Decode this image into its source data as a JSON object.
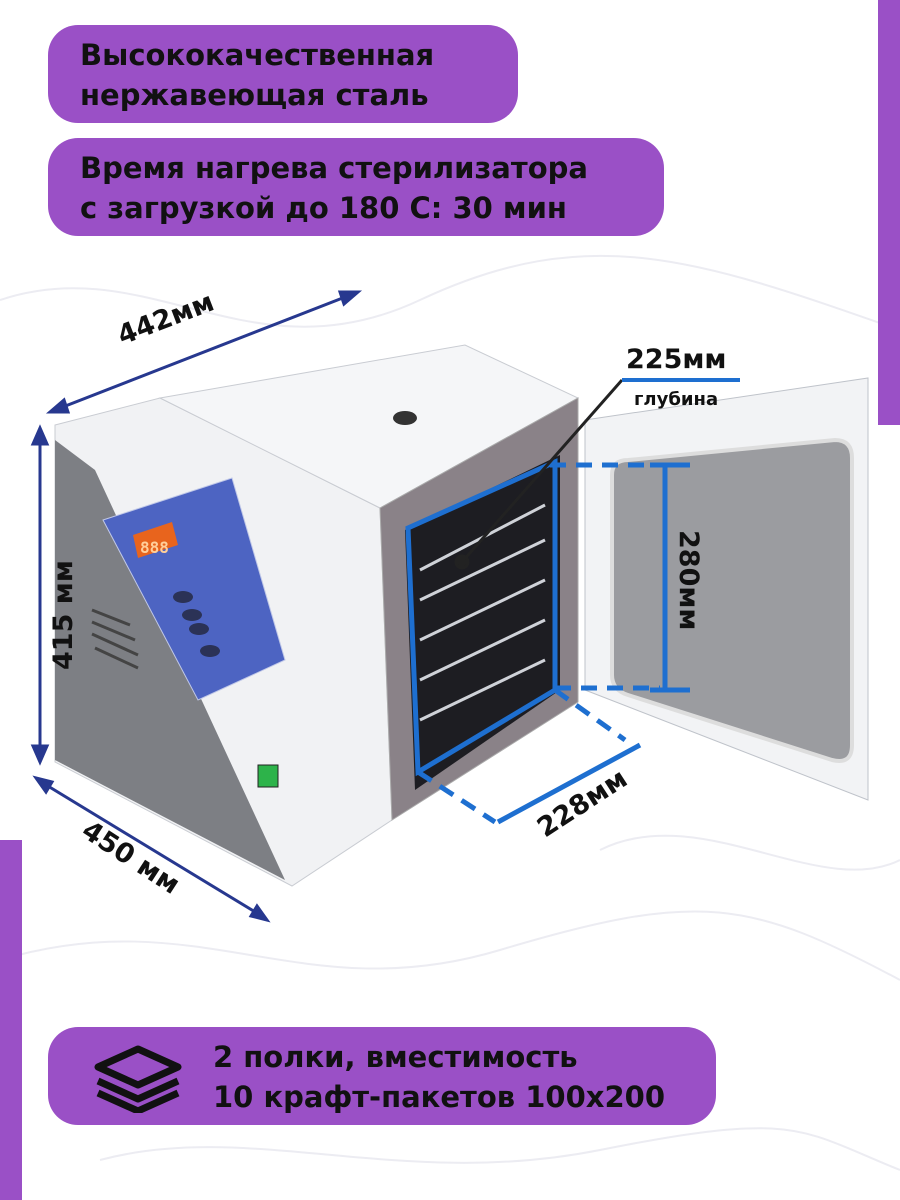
{
  "features": [
    {
      "lines": [
        "Высококачественная",
        "нержавеющая сталь"
      ]
    },
    {
      "lines": [
        "Время нагрева стерилизатора",
        "с загрузкой до 180 С: 30 мин"
      ]
    },
    {
      "icon": "layers-icon",
      "lines": [
        "2 полки, вместимость",
        "10 крафт-пакетов 100х200"
      ]
    }
  ],
  "dimensions": {
    "width": "442мм",
    "height": "415 мм",
    "depth_outer": "450 мм",
    "chamber_depth": "225мм",
    "chamber_depth_caption": "глубина",
    "chamber_height": "280мм",
    "chamber_width": "228мм"
  },
  "display_reading": "888",
  "colors": {
    "accent": "#9a50c6",
    "dimension_lines": "#27388f",
    "chamber_outline": "#1e6fd0"
  }
}
